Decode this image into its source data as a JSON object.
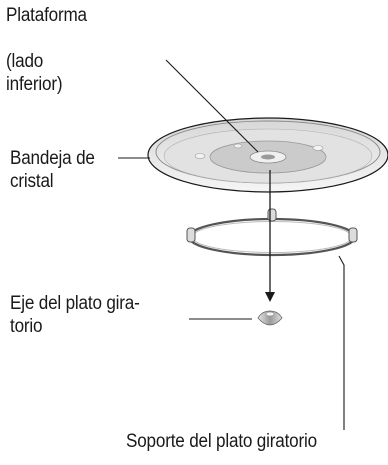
{
  "labels": {
    "platform_line1a": "Plataforma",
    "platform_line1b": "(lado",
    "platform_line2": "inferior)",
    "tray_line1": "Bandeja de",
    "tray_line2": "cristal",
    "axis_line1": "Eje del plato gira-",
    "axis_line2": "torio",
    "support": "Soporte del plato giratorio"
  },
  "colors": {
    "line": "#1a1a1a",
    "glass_fill": "#e6e6e6",
    "glass_inner": "#cfcfcf",
    "ring": "#555555"
  }
}
